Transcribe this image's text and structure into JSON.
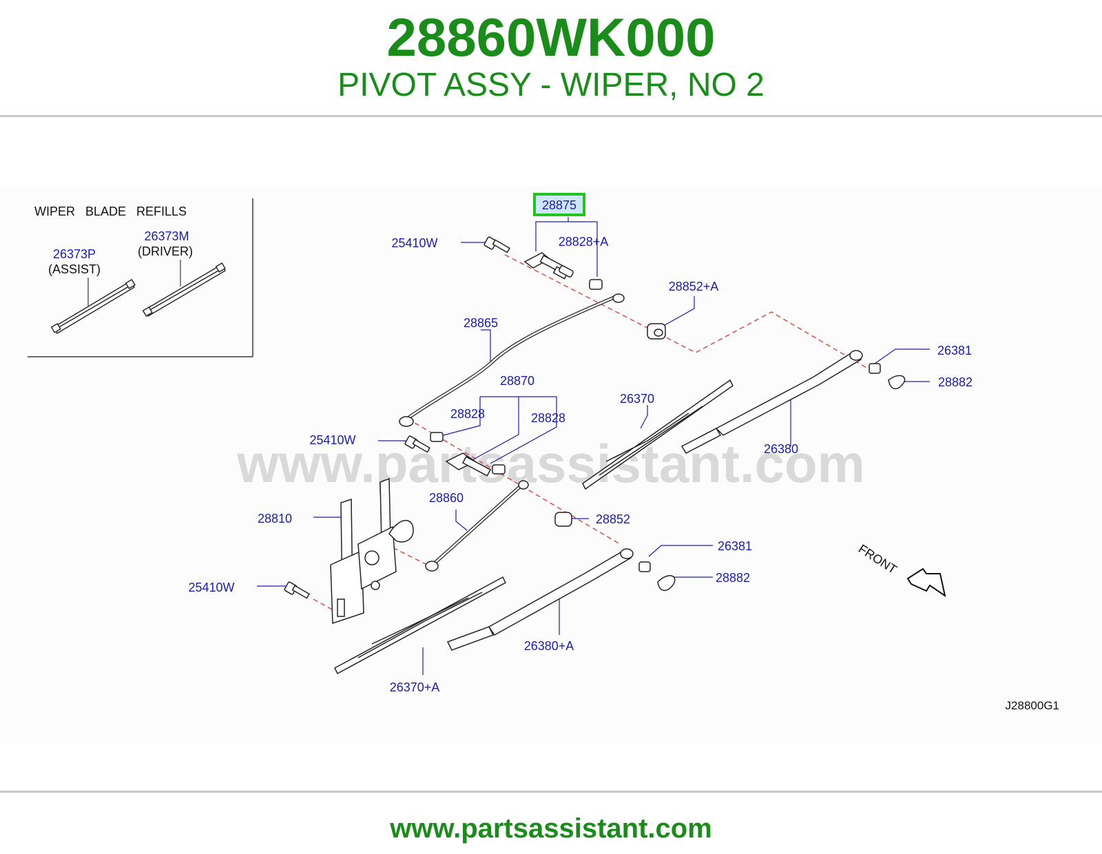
{
  "header": {
    "part_number": "28860WK000",
    "part_name": "PIVOT ASSY - WIPER, NO 2"
  },
  "colors": {
    "brand_green": "#1a8c1a",
    "callout_blue": "#1c1cb4",
    "line_gray": "#3a3a3a",
    "dashed_red": "#e04040",
    "highlight_green": "#22c422",
    "highlight_fill": "#cfe6ff",
    "rule_gray": "#c8c8c8",
    "watermark_gray": "#d9d9d9"
  },
  "inset": {
    "title": "WIPER   BLADE   REFILLS",
    "assist_part": "26373P",
    "assist_label": "(ASSIST)",
    "driver_part": "26373M",
    "driver_label": "(DRIVER)"
  },
  "callouts": {
    "highlighted": "28875",
    "bolt_top": "25410W",
    "nut_top_a": "28828+A",
    "bushing_top_a": "28852+A",
    "link_upper": "28865",
    "nut_upper_right": "26381",
    "cap_upper_right": "28882",
    "pivot_lower": "28870",
    "nut_lower_left": "28828",
    "nut_lower_right": "28828",
    "blade_upper": "26370",
    "arm_upper": "26380",
    "bolt_mid": "25410W",
    "link_lower": "28860",
    "motor_frame": "28810",
    "bushing_lower": "28852",
    "nut_lower_arm": "26381",
    "cap_lower_arm": "28882",
    "bolt_bottom": "25410W",
    "arm_lower_a": "26380+A",
    "blade_lower_a": "26370+A"
  },
  "front_label": "FRONT",
  "diagram_code": "J28800G1",
  "watermark": "www.partsassistant.com",
  "footer": {
    "url": "www.partsassistant.com"
  }
}
